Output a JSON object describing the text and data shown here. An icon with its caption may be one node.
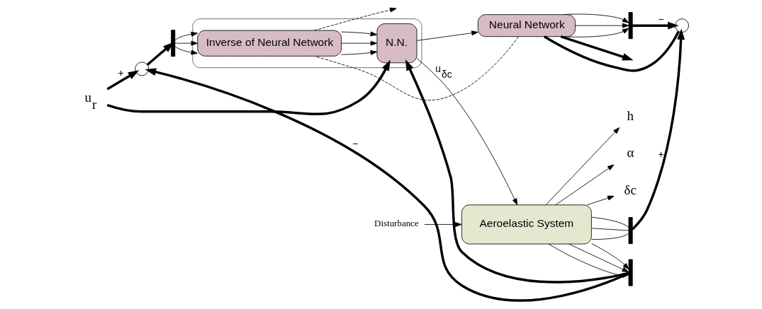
{
  "diagram": {
    "nodes": [
      {
        "text": [
          "u$_{r}$"
        ]
      },
      {
        "text": [],
        "shape": "circle"
      },
      {
        "text": [],
        "shape": "bar"
      },
      {
        "text": [],
        "shape": "box"
      },
      {
        "text": [
          "Inverse of Neural Network"
        ],
        "in": 3
      },
      {
        "text": [
          "N.N."
        ],
        "in": 3
      },
      {
        "text": [
          "Neural Network"
        ]
      },
      {
        "text": [],
        "shape": "bar"
      },
      {
        "text": [],
        "shape": "circle"
      },
      {
        "text": [
          "Disturbance"
        ]
      },
      {
        "text": [
          "Aeroelastic System"
        ]
      },
      {
        "text": [
          "h"
        ]
      },
      {
        "text": [
          "α"
        ]
      },
      {
        "text": [
          "δc"
        ]
      },
      {
        "text": [],
        "shape": "bar"
      },
      {
        "text": [],
        "shape": "bar"
      }
    ],
    "edges": [
      {
        "from": 0,
        "to": 1,
        "arrow": "to",
        "label": "+",
        "style": "thick"
      },
      {
        "from": 0,
        "to": 5,
        "arrow": "to",
        "style": "thick"
      },
      {
        "from": 1,
        "to": 2,
        "arrow": "to",
        "style": "thick"
      },
      {
        "from": 2,
        "to": 4,
        "arrow": "to"
      },
      {
        "from": 2,
        "to": 4,
        "arrow": "to"
      },
      {
        "from": 2,
        "to": 4,
        "arrow": "to"
      },
      {
        "from": 4,
        "to": 5,
        "arrow": "to"
      },
      {
        "from": 4,
        "to": 5,
        "arrow": "to"
      },
      {
        "from": 4,
        "to": 5,
        "arrow": "to"
      },
      {
        "from": 5,
        "to": 10,
        "arrow": "to",
        "label": "u$_{δc}$"
      },
      {
        "from": 5,
        "to": 6,
        "arrow": "to"
      },
      {
        "from": 9,
        "to": 10,
        "arrow": "to"
      },
      {
        "from": 10,
        "to": 11,
        "arrow": "to"
      },
      {
        "from": 10,
        "to": 12,
        "arrow": "to"
      },
      {
        "from": 10,
        "to": 13,
        "arrow": "to"
      },
      {
        "from": 10,
        "to": 14,
        "arrow": "none"
      },
      {
        "from": 10,
        "to": 14,
        "arrow": "none"
      },
      {
        "from": 10,
        "to": 14,
        "arrow": "none"
      },
      {
        "from": 14,
        "to": 8,
        "arrow": "to",
        "label": "+",
        "style": "thick"
      },
      {
        "from": 6,
        "to": 7,
        "arrow": "to"
      },
      {
        "from": 6,
        "to": 7,
        "arrow": "to"
      },
      {
        "from": 6,
        "to": 7,
        "arrow": "to"
      },
      {
        "from": 7,
        "to": 8,
        "arrow": "to",
        "label": "−",
        "style": "thick"
      },
      {
        "from": 8,
        "to": 6,
        "arrow": "none",
        "style": "thick"
      },
      {
        "from": 10,
        "to": 15,
        "arrow": "to"
      },
      {
        "from": 10,
        "to": 15,
        "arrow": "to"
      },
      {
        "from": 10,
        "to": 15,
        "arrow": "to"
      },
      {
        "from": 15,
        "to": 1,
        "arrow": "to",
        "label": "−",
        "style": "thick"
      },
      {
        "from": 15,
        "to": 5,
        "arrow": "to",
        "style": "thick"
      },
      {
        "from": 6,
        "to": 4,
        "arrow": "none",
        "style": "dashed"
      },
      {
        "from": 4,
        "to": null,
        "arrow": "to",
        "style": "dashed"
      },
      {
        "from": 6,
        "to": null,
        "arrow": "to",
        "style": "thick"
      }
    ]
  }
}
